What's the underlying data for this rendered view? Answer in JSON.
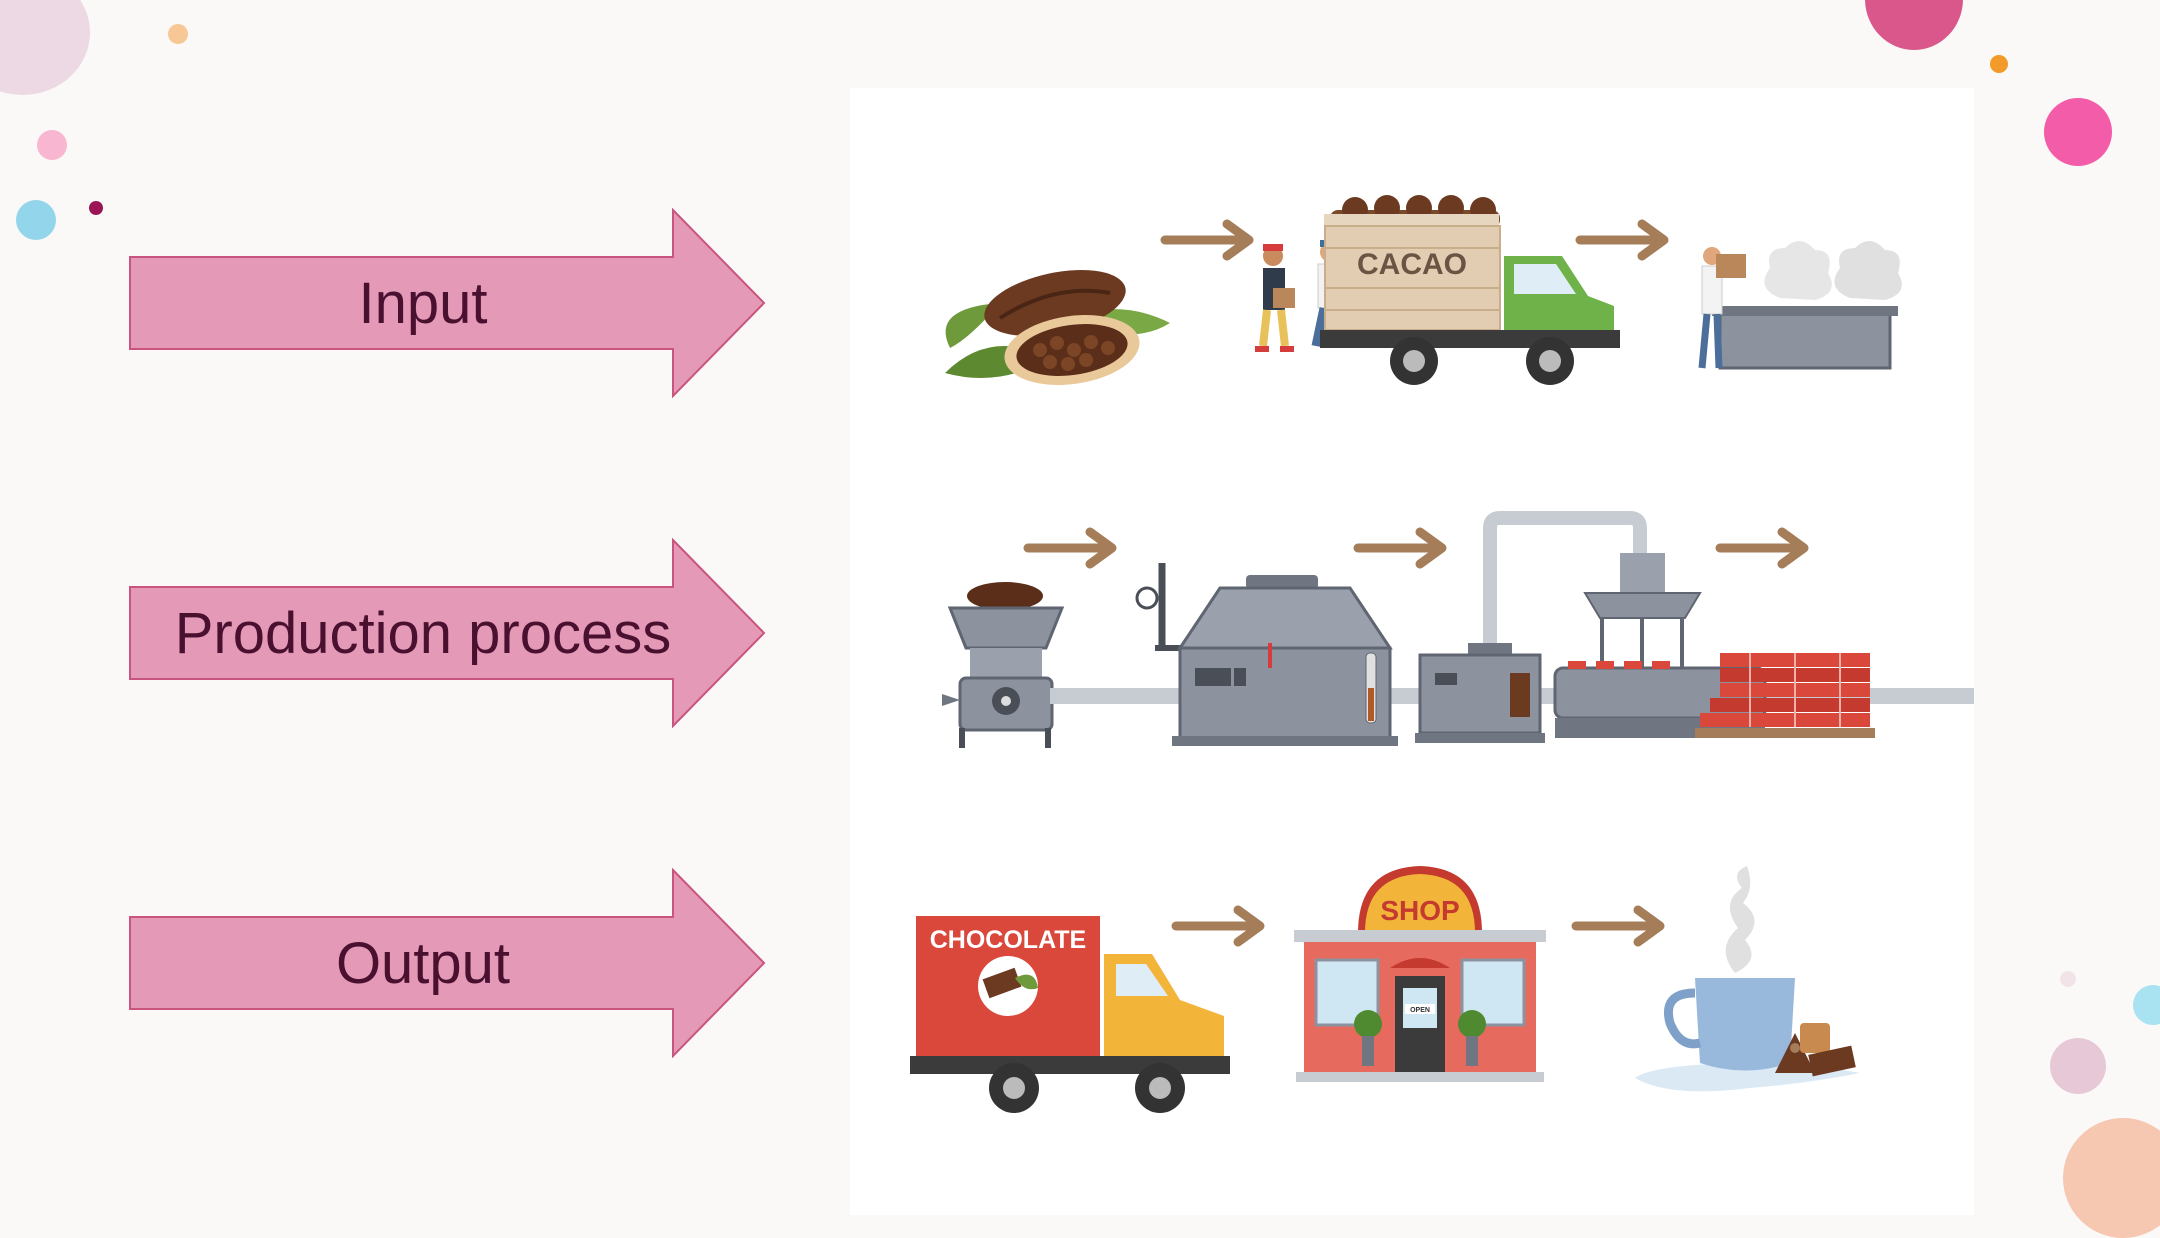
{
  "arrows": [
    {
      "label": "Input"
    },
    {
      "label": "Production process"
    },
    {
      "label": "Output"
    }
  ],
  "illustration": {
    "truck_sign": "CACAO",
    "delivery_truck_sign": "CHOCOLATE",
    "shop_sign": "SHOP",
    "door_sign": "OPEN"
  },
  "colors": {
    "arrow_fill": "#e49ab7",
    "arrow_stroke": "#c9557f",
    "label_text": "#4a1030",
    "flow_arrow": "#a57d58"
  }
}
